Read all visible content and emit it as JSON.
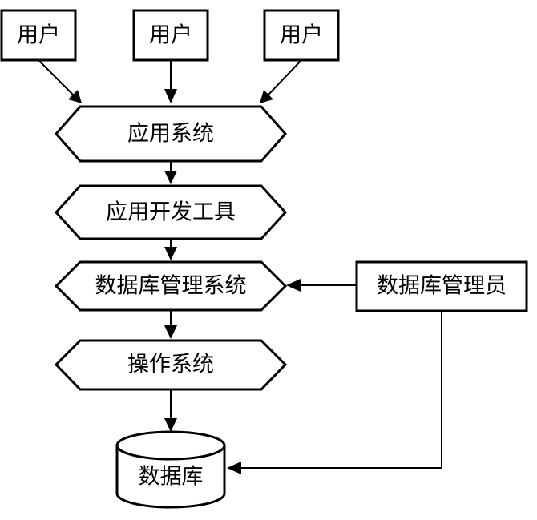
{
  "users": [
    "用户",
    "用户",
    "用户"
  ],
  "layers": {
    "application_system": "应用系统",
    "dev_tools": "应用开发工具",
    "dbms": "数据库管理系统",
    "operating_system": "操作系统"
  },
  "database": "数据库",
  "dba": "数据库管理员"
}
